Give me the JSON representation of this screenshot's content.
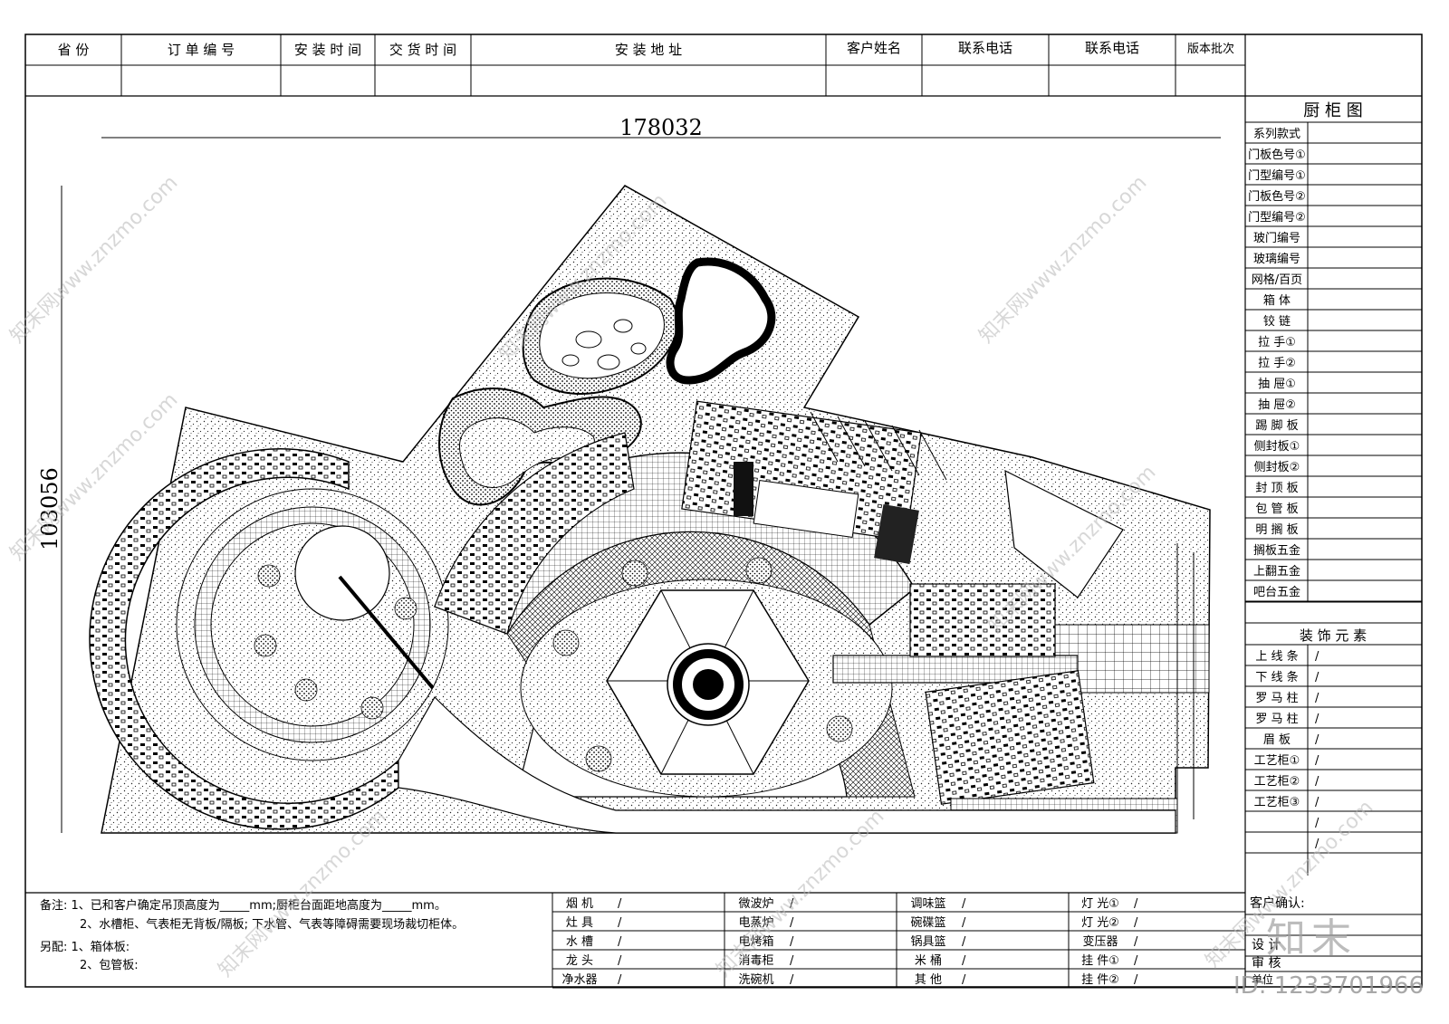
{
  "header": {
    "columns": [
      "省  份",
      "订 单 编 号",
      "安 装 时 间",
      "交 货 时 间",
      "安 装 地 址",
      "客户姓名",
      "联系电话",
      "联系电话",
      "版本批次"
    ]
  },
  "drawing": {
    "width_dim": "178032",
    "height_dim": "103056"
  },
  "side_panel": {
    "title": "厨 柜 图",
    "items": [
      "系列款式",
      "门板色号①",
      "门型编号①",
      "门板色号②",
      "门型编号②",
      "玻门编号",
      "玻璃编号",
      "网格/百页",
      "箱    体",
      "铰    链",
      "拉    手①",
      "拉    手②",
      "抽    屉①",
      "抽    屉②",
      "踢 脚 板",
      "侧封板①",
      "侧封板②",
      "封 顶 板",
      "包 管 板",
      "明 搁 板",
      "搁板五金",
      "上翻五金",
      "吧台五金"
    ],
    "decor_title": "装 饰 元 素",
    "decor_items": [
      {
        "label": "上 线 条",
        "value": "/"
      },
      {
        "label": "下 线 条",
        "value": "/"
      },
      {
        "label": "罗 马 柱",
        "value": "/"
      },
      {
        "label": "罗 马 柱",
        "value": "/"
      },
      {
        "label": "眉    板",
        "value": "/"
      },
      {
        "label": "工艺柜①",
        "value": "/"
      },
      {
        "label": "工艺柜②",
        "value": "/"
      },
      {
        "label": "工艺柜③",
        "value": "/"
      },
      {
        "label": "",
        "value": "/"
      },
      {
        "label": "",
        "value": "/"
      }
    ],
    "customer_confirm": "客户确认:",
    "design": "设  计",
    "review": "审    核",
    "unit": "单位"
  },
  "notes": {
    "line1": "备注: 1、已和客户确定吊顶高度为_____mm;厨柜台面距地高度为_____mm。",
    "line2": "2、水槽柜、气表柜无背板/隔板; 下水管、气表等障碍需要现场裁切柜体。",
    "line3": "另配: 1、箱体板:",
    "line4": "2、包管板:"
  },
  "appliances": [
    [
      {
        "label": "烟    机",
        "value": "/"
      },
      {
        "label": "微波炉",
        "value": "/"
      },
      {
        "label": "调味篮",
        "value": "/"
      },
      {
        "label": "灯  光①",
        "value": "/"
      }
    ],
    [
      {
        "label": "灶    具",
        "value": "/"
      },
      {
        "label": "电蒸炉",
        "value": "/"
      },
      {
        "label": "碗碟篮",
        "value": "/"
      },
      {
        "label": "灯  光②",
        "value": "/"
      }
    ],
    [
      {
        "label": "水    槽",
        "value": "/"
      },
      {
        "label": "电烤箱",
        "value": "/"
      },
      {
        "label": "锅具篮",
        "value": "/"
      },
      {
        "label": "变压器",
        "value": "/"
      }
    ],
    [
      {
        "label": "龙    头",
        "value": "/"
      },
      {
        "label": "消毒柜",
        "value": "/"
      },
      {
        "label": "米    桶",
        "value": "/"
      },
      {
        "label": "挂  件①",
        "value": "/"
      }
    ],
    [
      {
        "label": "净水器",
        "value": "/"
      },
      {
        "label": "洗碗机",
        "value": "/"
      },
      {
        "label": "其    他",
        "value": "/"
      },
      {
        "label": "挂  件②",
        "value": "/"
      }
    ]
  ],
  "watermark": {
    "text": "知末网www.znzmo.com",
    "logo": "知末",
    "id": "ID: 1233701966"
  }
}
